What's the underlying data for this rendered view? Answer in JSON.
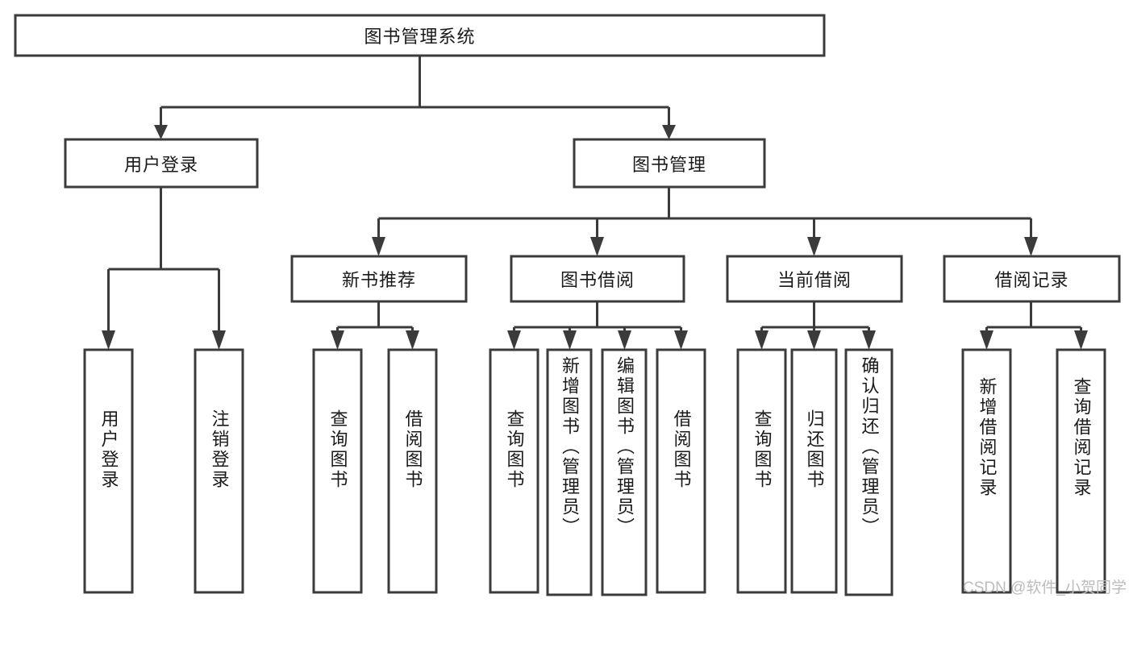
{
  "diagram": {
    "type": "tree",
    "title": "图书管理系统",
    "watermark": "CSDN @软件_小贺同学",
    "colors": {
      "stroke": "#3b3b3b",
      "box_fill": "#ffffff",
      "text": "#1a1a1a",
      "background": "#ffffff",
      "watermark": "#bcbcbc"
    },
    "root": {
      "label": "图书管理系统"
    },
    "level1": [
      {
        "label": "用户登录"
      },
      {
        "label": "图书管理"
      }
    ],
    "level2": [
      {
        "label": "新书推荐"
      },
      {
        "label": "图书借阅"
      },
      {
        "label": "当前借阅"
      },
      {
        "label": "借阅记录"
      }
    ],
    "leaves": {
      "user_login": [
        {
          "label": "用户登录"
        },
        {
          "label": "注销登录"
        }
      ],
      "new_book": [
        {
          "label": "查询图书"
        },
        {
          "label": "借阅图书"
        }
      ],
      "borrow_book": [
        {
          "label": "查询图书"
        },
        {
          "label": "新增图书（管理员）"
        },
        {
          "label": "编辑图书（管理员）"
        },
        {
          "label": "借阅图书"
        }
      ],
      "current_borrow": [
        {
          "label": "查询图书"
        },
        {
          "label": "归还图书"
        },
        {
          "label": "确认归还（管理员）"
        }
      ],
      "borrow_record": [
        {
          "label": "新增借阅记录"
        },
        {
          "label": "查询借阅记录"
        }
      ]
    }
  }
}
